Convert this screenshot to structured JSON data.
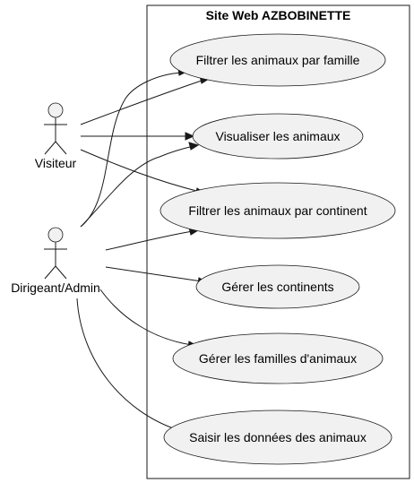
{
  "system": {
    "title": "Site Web AZBOBINETTE"
  },
  "actors": [
    {
      "id": "visiteur",
      "label": "Visiteur"
    },
    {
      "id": "admin",
      "label": "Dirigeant/Admin"
    }
  ],
  "use_cases": [
    {
      "id": "uc1",
      "label": "Filtrer les animaux par famille"
    },
    {
      "id": "uc2",
      "label": "Visualiser les animaux"
    },
    {
      "id": "uc3",
      "label": "Filtrer les animaux par continent"
    },
    {
      "id": "uc4",
      "label": "Gérer les continents"
    },
    {
      "id": "uc5",
      "label": "Gérer les familles d'animaux"
    },
    {
      "id": "uc6",
      "label": "Saisir les données des animaux"
    }
  ],
  "associations": [
    {
      "from": "visiteur",
      "to": "uc1"
    },
    {
      "from": "visiteur",
      "to": "uc2"
    },
    {
      "from": "visiteur",
      "to": "uc3"
    },
    {
      "from": "admin",
      "to": "uc1"
    },
    {
      "from": "admin",
      "to": "uc2"
    },
    {
      "from": "admin",
      "to": "uc3"
    },
    {
      "from": "admin",
      "to": "uc4"
    },
    {
      "from": "admin",
      "to": "uc5"
    },
    {
      "from": "admin",
      "to": "uc6"
    }
  ]
}
